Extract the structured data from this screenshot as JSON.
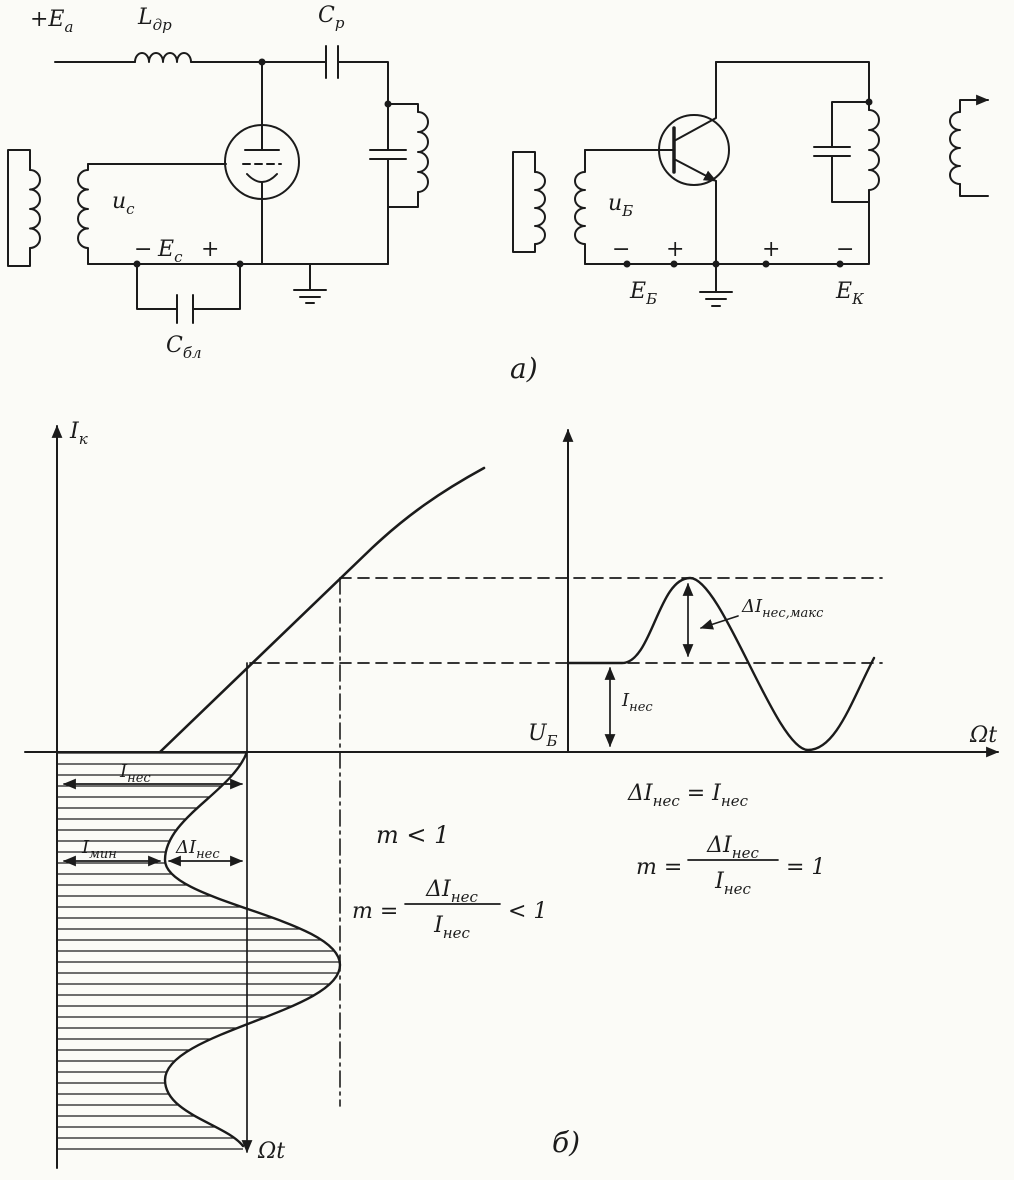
{
  "palette": {
    "paper": "#fbfbf7",
    "ink": "#1b1b1b"
  },
  "captions": {
    "part_a": "а)",
    "part_b": "б)"
  },
  "tube_circuit": {
    "supply": {
      "main": "+E",
      "sub": "а"
    },
    "choke": {
      "main": "L",
      "sub": "др"
    },
    "coupling_cap": {
      "main": "C",
      "sub": "р"
    },
    "grid_voltage": {
      "main": "u",
      "sub": "с"
    },
    "bias": {
      "minus": "−",
      "main": "E",
      "sub": "с",
      "plus": "+"
    },
    "blocking_cap": {
      "main": "C",
      "sub": "бл"
    }
  },
  "transistor_circuit": {
    "base_voltage": {
      "main": "u",
      "sub": "Б"
    },
    "base_supply": {
      "minus": "−",
      "plus": "+",
      "main": "E",
      "sub": "Б"
    },
    "collector_supply": {
      "plus": "+",
      "minus": "−",
      "main": "E",
      "sub": "К"
    }
  },
  "graph": {
    "y_axis_label": {
      "main": "I",
      "sub": "к"
    },
    "x_axis_label": "Ωt",
    "base_voltage_label": {
      "main": "U",
      "sub": "Б"
    },
    "time_axis_label": "Ωt",
    "carrier_amplitude": {
      "main": "I",
      "sub": "нес"
    },
    "min_amplitude": {
      "main": "I",
      "sub": "мин"
    },
    "delta_amplitude": {
      "main": "ΔI",
      "sub": "нес"
    },
    "condition": "m < 1",
    "formula_left": {
      "lead": "m =",
      "numerator": {
        "main": "ΔI",
        "sub": "нес"
      },
      "denominator": {
        "main": "I",
        "sub": "нес"
      },
      "tail": "< 1"
    },
    "delta_max": {
      "main": "ΔI",
      "sub": "нес,макс"
    },
    "carrier_right": {
      "main": "I",
      "sub": "нес"
    },
    "equality": {
      "lhs_main": "ΔI",
      "lhs_sub": "нес",
      "equals": " = ",
      "rhs_main": "I",
      "rhs_sub": "нес"
    },
    "formula_right": {
      "lead": "m =",
      "numerator": {
        "main": "ΔI",
        "sub": "нес"
      },
      "denominator": {
        "main": "I",
        "sub": "нес"
      },
      "tail": "= 1"
    }
  }
}
